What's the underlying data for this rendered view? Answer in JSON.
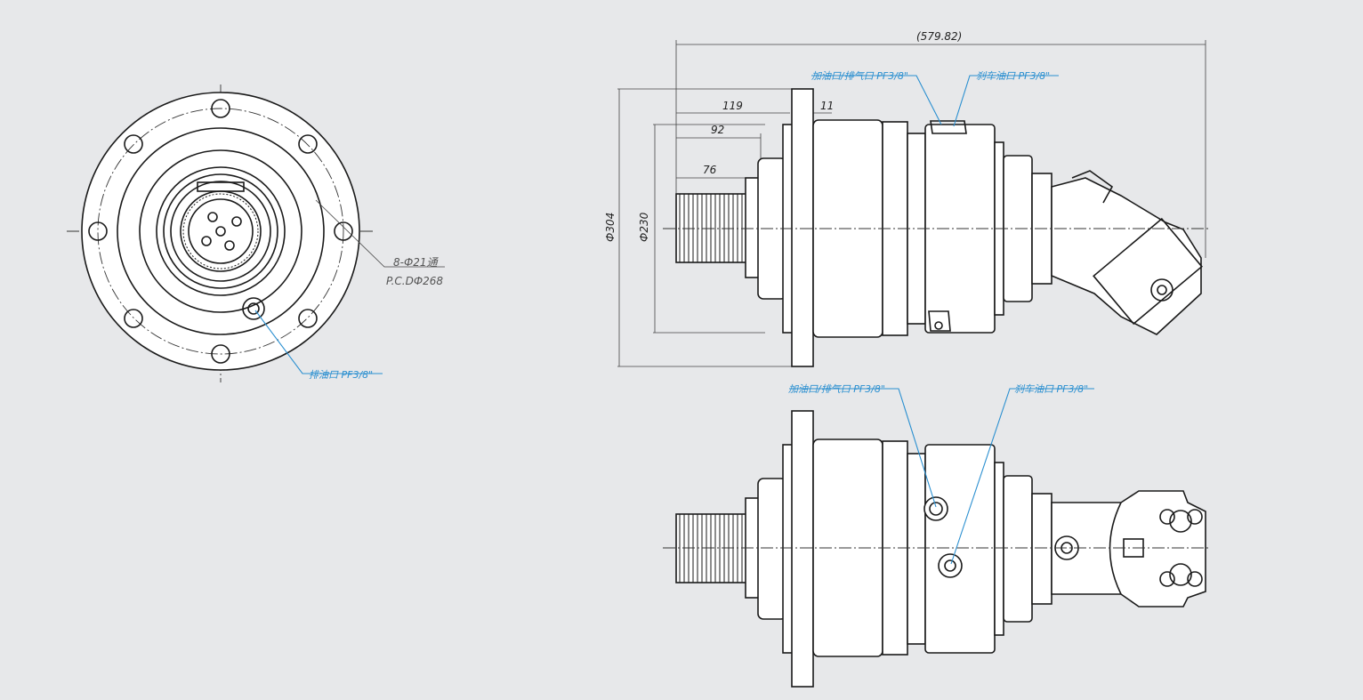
{
  "front_view": {
    "bolt_label": "8-Ф21通",
    "pcd_label": "P.C.DФ268",
    "drain_port_label": "排油口 PF3/8\""
  },
  "side_view": {
    "overall_length": "(579.82)",
    "dim_119": "119",
    "dim_11": "11",
    "dim_92": "92",
    "dim_76": "76",
    "dia_304": "Ф304",
    "dia_230": "Ф230",
    "fill_vent_port_label": "加油口/排气口 PF3/8\"",
    "brake_port_label": "刹车油口 PF3/8\""
  },
  "top_view": {
    "fill_vent_port_label": "加油口/排气口 PF3/8\"",
    "brake_port_label": "刹车油口 PF3/8\""
  },
  "colors": {
    "background": "#e7e8ea",
    "leader": "#2a8fd0",
    "line": "#1a1a1a"
  }
}
